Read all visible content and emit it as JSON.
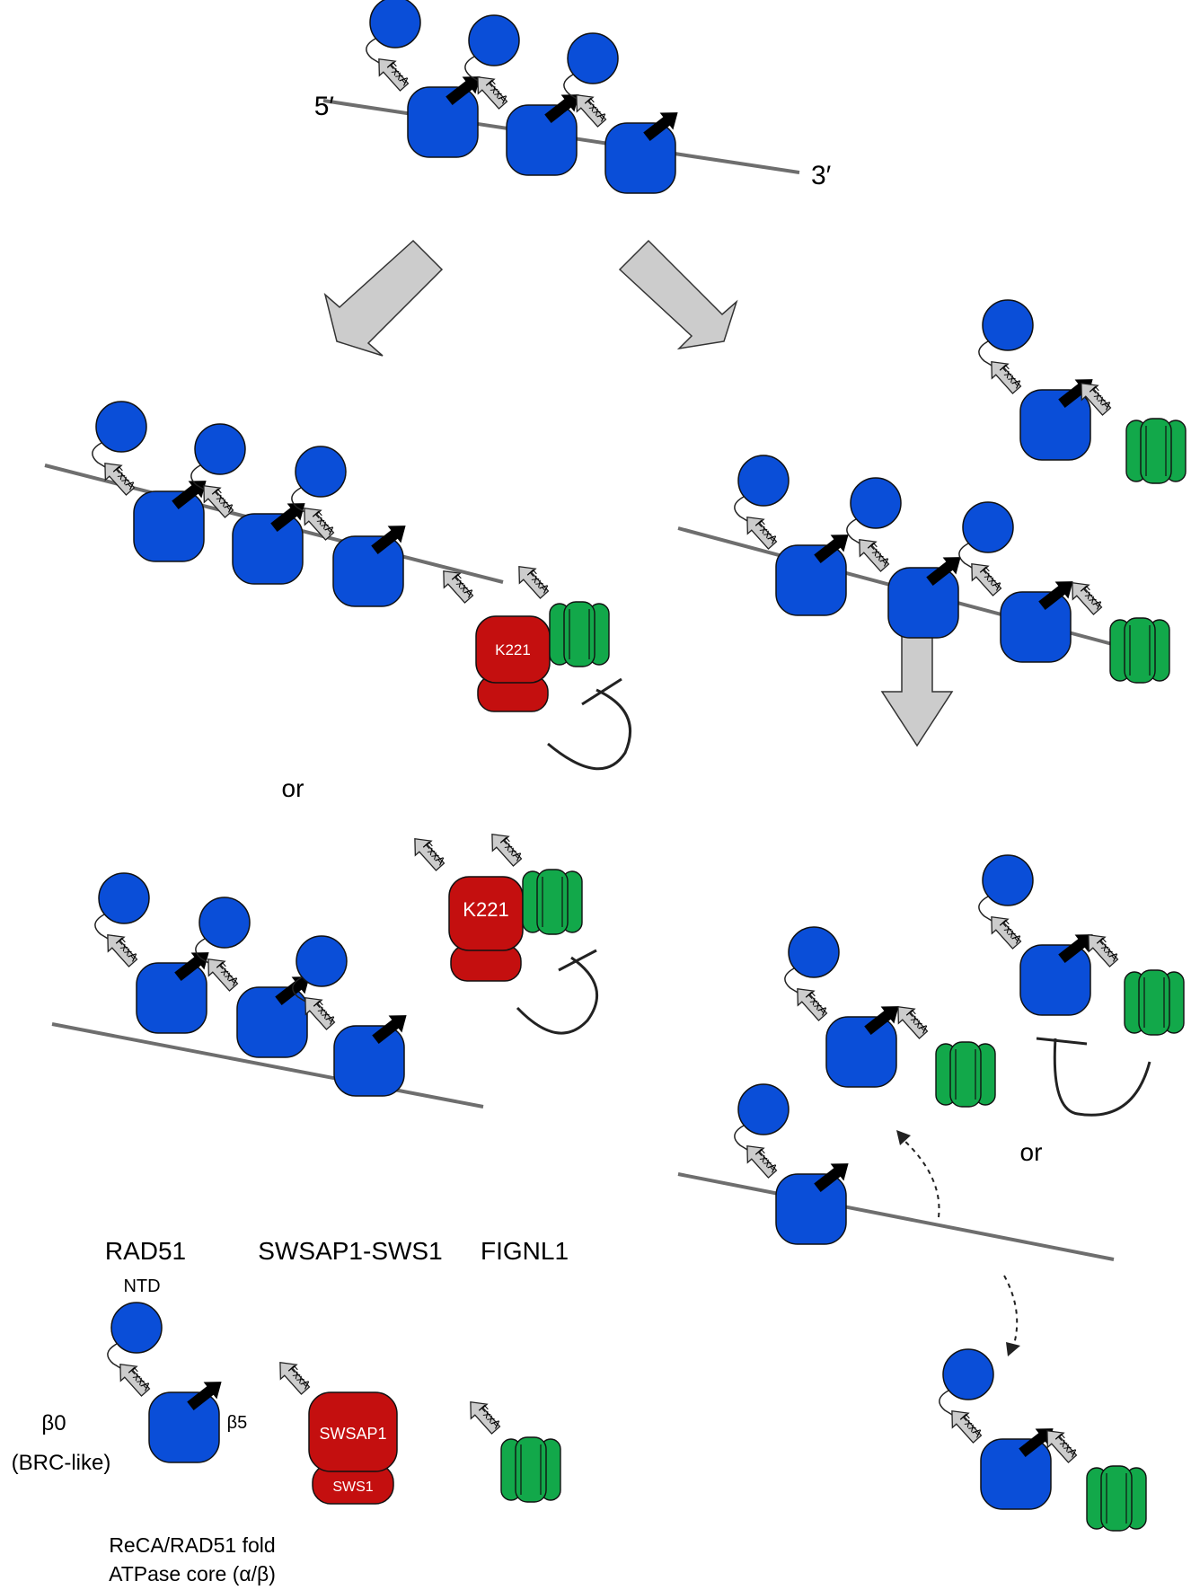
{
  "labels": {
    "end5": "5′",
    "end3": "3′",
    "or": "or",
    "k221": "K221",
    "motif": "FxxA"
  },
  "legend": {
    "rad51": "RAD51",
    "swsap1_sws1": "SWSAP1-SWS1",
    "fignl1": "FIGNL1",
    "ntd": "NTD",
    "beta0": "β0",
    "brc_like": "(BRC-like)",
    "beta5": "β5",
    "swsap1": "SWSAP1",
    "sws1": "SWS1",
    "fold_line1": "ReCA/RAD51 fold",
    "fold_line2": "ATPase core (α/β)"
  },
  "colors": {
    "rad51_blue": "#0a4ed8",
    "sws_red": "#c40f0f",
    "fignl1_green": "#12a84a",
    "dna_gray": "#6e6e6e",
    "arrow_gray": "#cccccc"
  }
}
